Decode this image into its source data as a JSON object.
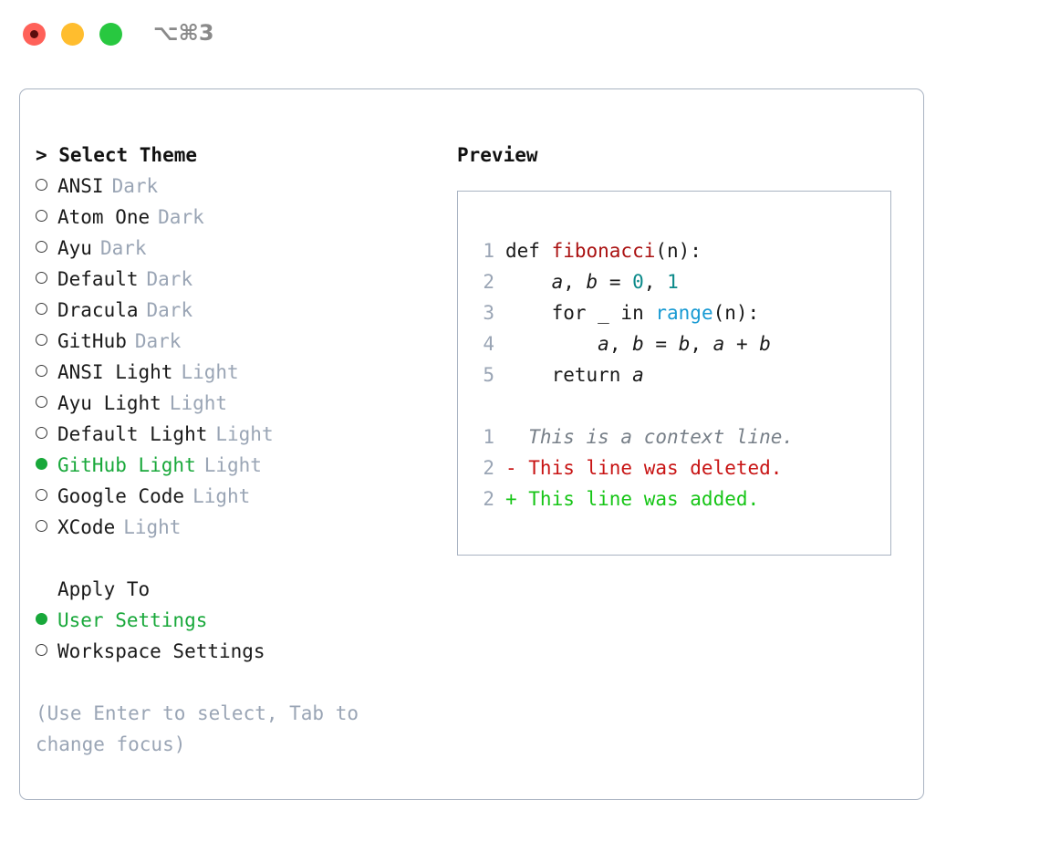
{
  "window": {
    "shortcut": "⌥⌘3",
    "lights": [
      "close",
      "minimize",
      "maximize"
    ]
  },
  "left": {
    "header": "> Select Theme",
    "themes": [
      {
        "name": "ANSI",
        "kind": "Dark",
        "selected": false
      },
      {
        "name": "Atom One",
        "kind": "Dark",
        "selected": false
      },
      {
        "name": "Ayu",
        "kind": "Dark",
        "selected": false
      },
      {
        "name": "Default",
        "kind": "Dark",
        "selected": false
      },
      {
        "name": "Dracula",
        "kind": "Dark",
        "selected": false
      },
      {
        "name": "GitHub",
        "kind": "Dark",
        "selected": false
      },
      {
        "name": "ANSI Light",
        "kind": "Light",
        "selected": false
      },
      {
        "name": "Ayu Light",
        "kind": "Light",
        "selected": false
      },
      {
        "name": "Default Light",
        "kind": "Light",
        "selected": false
      },
      {
        "name": "GitHub Light",
        "kind": "Light",
        "selected": true
      },
      {
        "name": "Google Code",
        "kind": "Light",
        "selected": false
      },
      {
        "name": "XCode",
        "kind": "Light",
        "selected": false
      }
    ],
    "apply_to": {
      "header": "Apply To",
      "options": [
        {
          "label": "User Settings",
          "selected": true
        },
        {
          "label": "Workspace Settings",
          "selected": false
        }
      ]
    },
    "hint": "(Use Enter to select, Tab to change focus)"
  },
  "right": {
    "header": "Preview",
    "code_lines": [
      {
        "no": "1",
        "tokens": [
          {
            "t": "def ",
            "c": "kw"
          },
          {
            "t": "fibonacci",
            "c": "fn"
          },
          {
            "t": "(n):",
            "c": "plain"
          }
        ]
      },
      {
        "no": "2",
        "tokens": [
          {
            "t": "    ",
            "c": "plain"
          },
          {
            "t": "a",
            "c": "var"
          },
          {
            "t": ", ",
            "c": "plain"
          },
          {
            "t": "b",
            "c": "var"
          },
          {
            "t": " = ",
            "c": "plain"
          },
          {
            "t": "0",
            "c": "num"
          },
          {
            "t": ", ",
            "c": "plain"
          },
          {
            "t": "1",
            "c": "num"
          }
        ]
      },
      {
        "no": "3",
        "tokens": [
          {
            "t": "    for _ in ",
            "c": "kw"
          },
          {
            "t": "range",
            "c": "call"
          },
          {
            "t": "(n):",
            "c": "plain"
          }
        ]
      },
      {
        "no": "4",
        "tokens": [
          {
            "t": "        ",
            "c": "plain"
          },
          {
            "t": "a",
            "c": "var"
          },
          {
            "t": ", ",
            "c": "plain"
          },
          {
            "t": "b",
            "c": "var"
          },
          {
            "t": " = ",
            "c": "plain"
          },
          {
            "t": "b",
            "c": "var"
          },
          {
            "t": ", ",
            "c": "plain"
          },
          {
            "t": "a",
            "c": "var"
          },
          {
            "t": " + ",
            "c": "plain"
          },
          {
            "t": "b",
            "c": "var"
          }
        ]
      },
      {
        "no": "5",
        "tokens": [
          {
            "t": "    return ",
            "c": "kw"
          },
          {
            "t": "a",
            "c": "var"
          }
        ]
      }
    ],
    "diff_lines": [
      {
        "no": "1",
        "marker": "  ",
        "text": "This is a context line.",
        "kind": "ctx"
      },
      {
        "no": "2",
        "marker": "- ",
        "text": "This line was deleted.",
        "kind": "del"
      },
      {
        "no": "2",
        "marker": "+ ",
        "text": "This line was added.",
        "kind": "add"
      }
    ]
  },
  "colors": {
    "accent_green": "#18a83a",
    "muted": "#9aa5b5",
    "border": "#a9b3c2",
    "diff_add": "#16c516",
    "diff_del": "#c81414",
    "fn_red": "#aa1111",
    "num_teal": "#0b8a8a",
    "call_blue": "#189ad3"
  }
}
